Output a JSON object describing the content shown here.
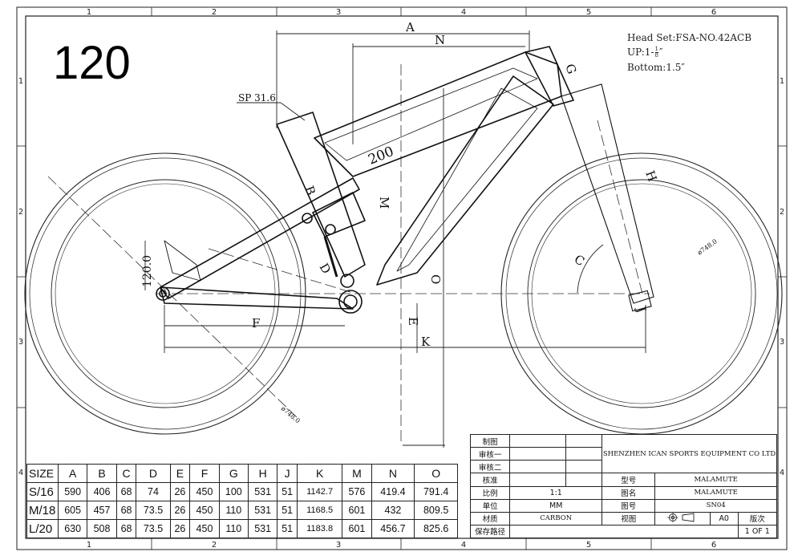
{
  "model_number": "120",
  "specs": {
    "head_set": "Head Set:FSA-NO.42ACB",
    "up_prefix": "UP:1-",
    "up_num": "1",
    "up_den": "8",
    "up_unit": "″",
    "bottom": "Bottom:1.5″"
  },
  "border_cols": [
    "1",
    "2",
    "3",
    "4",
    "5",
    "6"
  ],
  "border_rows": [
    "1",
    "2",
    "3",
    "4"
  ],
  "dimension_labels": {
    "A": "A",
    "N": "N",
    "G": "G",
    "H": "H",
    "B": "B",
    "M": "M",
    "C": "C",
    "D": "D",
    "E": "E",
    "F": "F",
    "K": "K",
    "O": "O",
    "J": "J"
  },
  "annotations": {
    "seatpost": "SP 31.6",
    "tube_200": "200",
    "rear_travel": "120.0",
    "wheel_dia_front": "ø748.0",
    "wheel_dia_rear": "ø748.0"
  },
  "geometry": {
    "headers": [
      "SIZE",
      "A",
      "B",
      "C",
      "D",
      "E",
      "F",
      "G",
      "H",
      "J",
      "K",
      "M",
      "N",
      "O"
    ],
    "rows": [
      [
        "S/16",
        "590",
        "406",
        "68",
        "74",
        "26",
        "450",
        "100",
        "531",
        "51",
        "1142.7",
        "576",
        "419.4",
        "791.4"
      ],
      [
        "M/18",
        "605",
        "457",
        "68",
        "73.5",
        "26",
        "450",
        "110",
        "531",
        "51",
        "1168.5",
        "601",
        "432",
        "809.5"
      ],
      [
        "L/20",
        "630",
        "508",
        "68",
        "73.5",
        "26",
        "450",
        "110",
        "531",
        "51",
        "1183.8",
        "601",
        "456.7",
        "825.6"
      ]
    ]
  },
  "title_block": {
    "made_by": "制图",
    "review1": "审核一",
    "review2": "审核二",
    "approve": "核准",
    "company": "SHENZHEN ICAN SPORTS EQUIPMENT CO LTD",
    "model_label": "型号",
    "model_value": "MALAMUTE",
    "scale_label": "比例",
    "scale_value": "1:1",
    "name_label": "图名",
    "name_value": "MALAMUTE",
    "unit_label": "单位",
    "unit_value": "MM",
    "drawing_no_label": "图号",
    "drawing_no_value": "SN04",
    "material_label": "材质",
    "material_value": "CARBON",
    "view_label": "视图",
    "paper": "A0",
    "version_label": "版次",
    "sheet": "1 OF 1",
    "save_path_label": "保存路径"
  }
}
